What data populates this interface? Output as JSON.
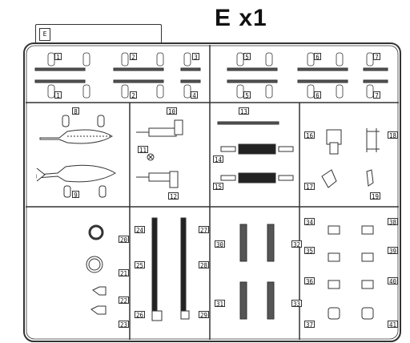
{
  "sprue": {
    "title": "E x1",
    "tab_icon": "E",
    "part_numbers": [
      "1",
      "2",
      "3",
      "4",
      "5",
      "6",
      "7",
      "8",
      "9",
      "10",
      "11",
      "12",
      "13",
      "14",
      "15",
      "16",
      "17",
      "18",
      "19",
      "20",
      "21",
      "22",
      "23",
      "24",
      "25",
      "26",
      "27",
      "28",
      "29",
      "30",
      "31",
      "32",
      "33",
      "34",
      "35",
      "36",
      "37",
      "38",
      "39",
      "40",
      "41"
    ]
  }
}
